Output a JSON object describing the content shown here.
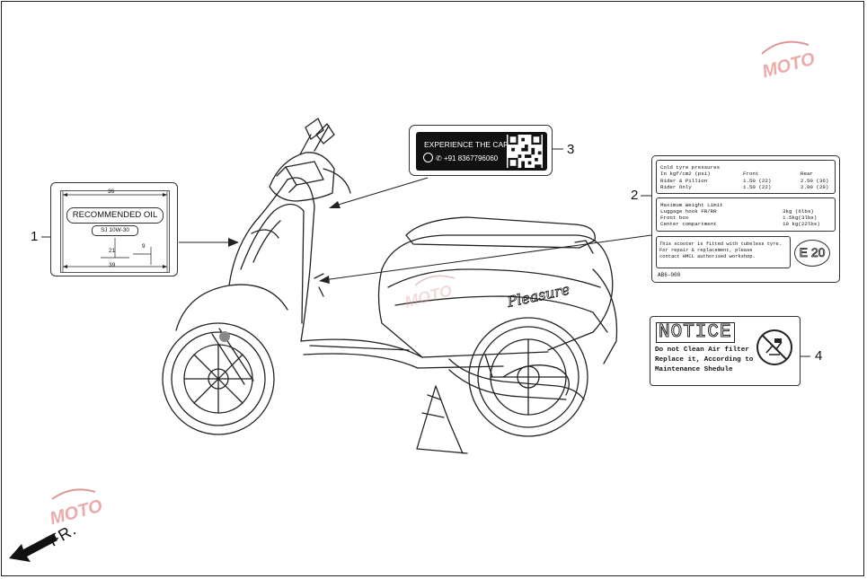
{
  "callouts": {
    "c1": "1",
    "c2": "2",
    "c3": "3",
    "c4": "4"
  },
  "label1": {
    "title": "RECOMMENDED OIL",
    "grade": "SJ 10W-30",
    "dim_width": "36",
    "dim_total": "39",
    "dim_mid": "21",
    "dim_right": "9"
  },
  "label2": {
    "tyre_title": "Cold tyre pressures",
    "tyre_unit": "In kgf/cm2 (psi)",
    "col_front": "Front",
    "col_rear": "Rear",
    "row1_label": "Rider & Pillion",
    "row1_front": "1.50 (22)",
    "row1_rear": "2.50 (36)",
    "row2_label": "Rider Only",
    "row2_front": "1.50 (22)",
    "row2_rear": "2.00 (29)",
    "weight_title": "Maximum Weight Limit",
    "w1_label": "Luggage hook FR/RR",
    "w1_val": "3kg (6lbs)",
    "w2_label": "Front box",
    "w2_val": "1.5kg(3lbs)",
    "w3_label": "Center compartment",
    "w3_val": "10 kg(22lbs)",
    "tubeless_1": "This scooter is fitted with tubeless tyre.",
    "tubeless_2": "For repair & replacement, please",
    "tubeless_3": "contact HMCL authorised workshop.",
    "e20": "E 20",
    "code": "AB6-000"
  },
  "label3": {
    "title": "EXPERIENCE THE CARE",
    "phone": "+91 8367796060"
  },
  "label4": {
    "heading": "NOTICE",
    "line1": "Do not Clean Air filter",
    "line2": "Replace it, According to",
    "line3": "Maintenance Shedule"
  },
  "scooter": {
    "model_script": "Pleasure"
  },
  "direction": {
    "label": "FR."
  },
  "watermark": {
    "text": "MOTO"
  }
}
